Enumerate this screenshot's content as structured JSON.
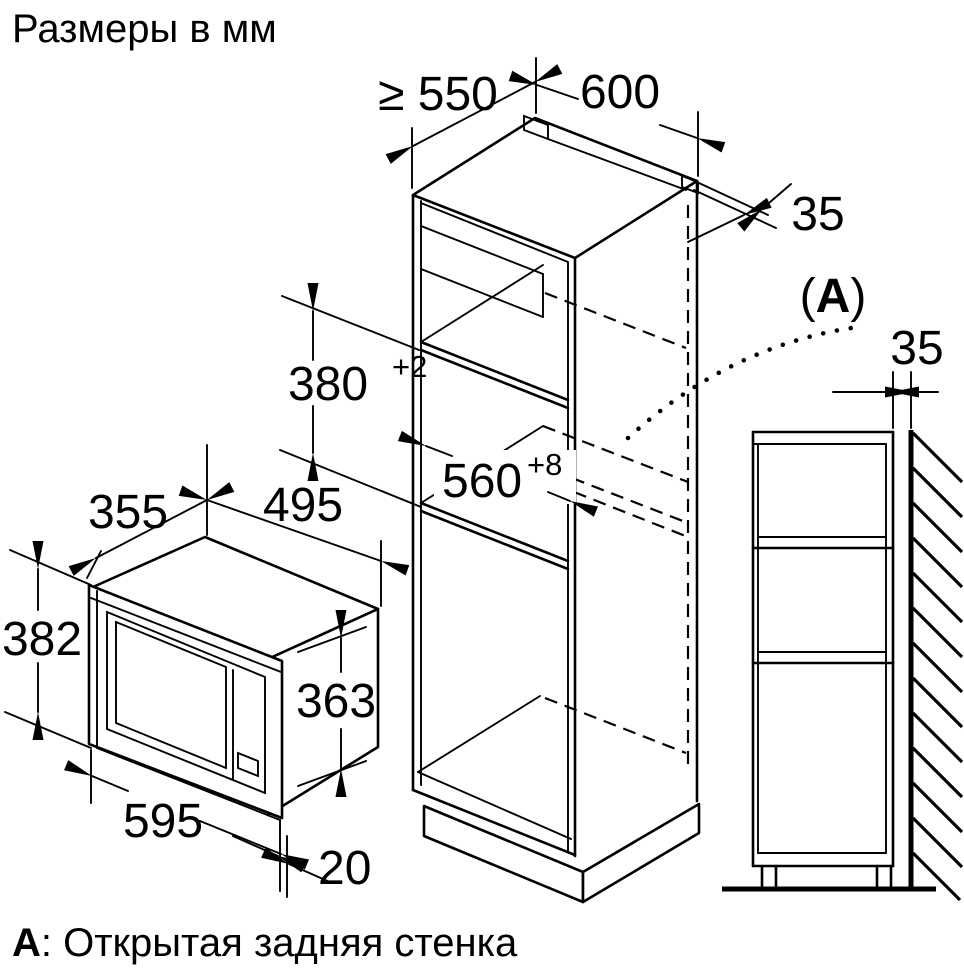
{
  "title": "Размеры в мм",
  "footnote": {
    "marker": "A",
    "text": ": Открытая задняя стенка"
  },
  "callout": {
    "open": "(",
    "letter": "A",
    "close": ")"
  },
  "cabinet": {
    "depth_min": "≥ 550",
    "width_top": "600",
    "rear_gap_top": "35",
    "niche_height": "380",
    "niche_height_tolerance": "+2",
    "niche_width": "560",
    "niche_width_tolerance": "+8"
  },
  "microwave": {
    "depth": "355",
    "body_width": "495",
    "front_height": "382",
    "body_height": "363",
    "front_width": "595",
    "frame_overlap": "20"
  },
  "side_view": {
    "wall_gap": "35"
  },
  "colors": {
    "line": "#000000",
    "background": "#ffffff"
  }
}
